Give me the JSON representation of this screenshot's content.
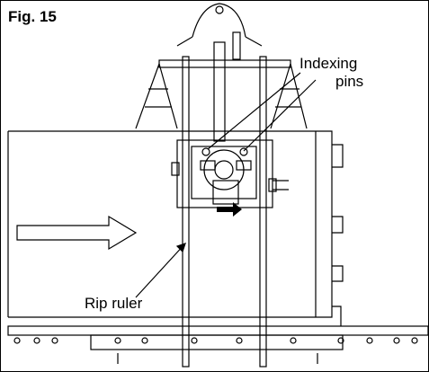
{
  "figure": {
    "label": "Fig. 15"
  },
  "callouts": {
    "indexing_line1": "Indexing",
    "indexing_line2": "pins",
    "rip_ruler": "Rip ruler"
  },
  "colors": {
    "line": "#000000",
    "background": "#ffffff"
  }
}
